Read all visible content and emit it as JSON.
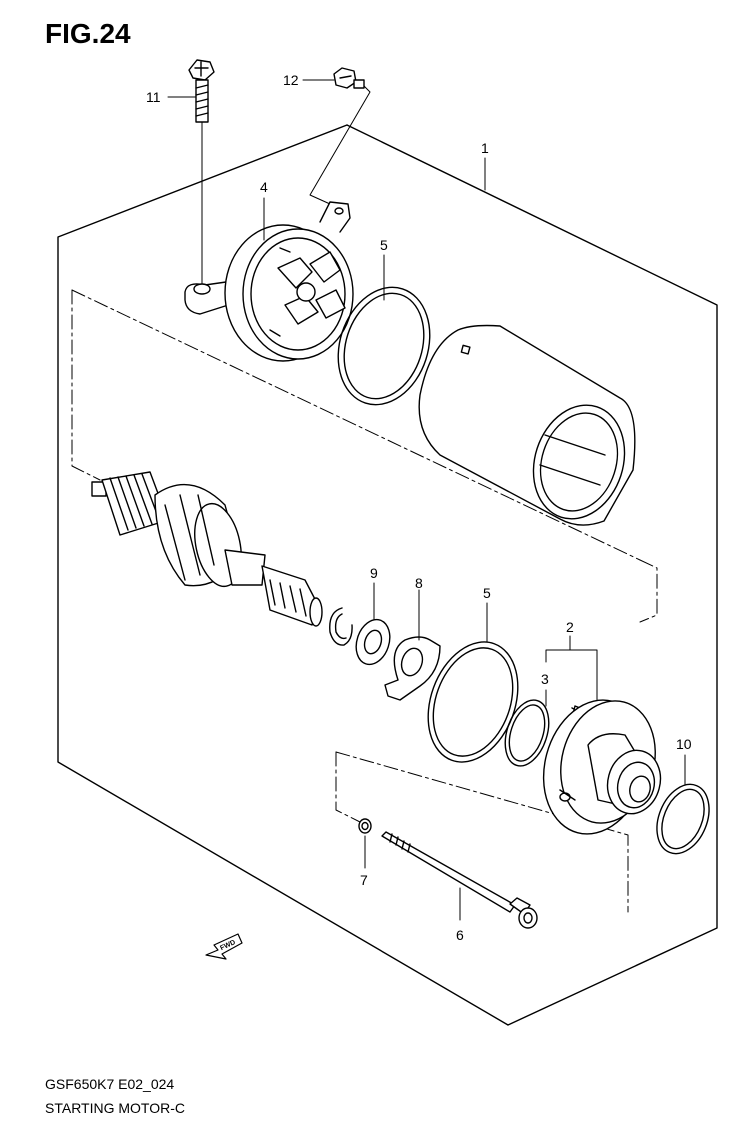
{
  "figure": {
    "title": "FIG.24",
    "code": "GSF650K7 E02_024",
    "name": "STARTING MOTOR-C"
  },
  "callouts": {
    "c1": "1",
    "c2": "2",
    "c3": "3",
    "c4": "4",
    "c5a": "5",
    "c5b": "5",
    "c6": "6",
    "c7": "7",
    "c8": "8",
    "c9": "9",
    "c10": "10",
    "c11": "11",
    "c12": "12"
  },
  "direction_marker": "FWD"
}
